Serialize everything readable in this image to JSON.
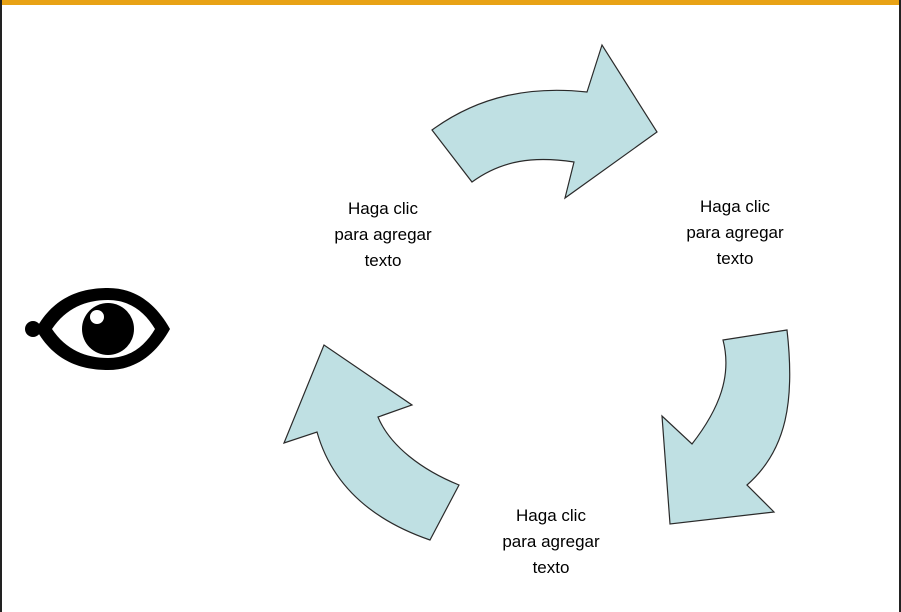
{
  "slide": {
    "accent_color": "#e8a215",
    "arrow_fill": "#bfe0e3",
    "icon": "eye-icon"
  },
  "cycle": {
    "labels": [
      {
        "line1": "Haga clic",
        "line2": "para agregar",
        "line3": "texto"
      },
      {
        "line1": "Haga clic",
        "line2": "para agregar",
        "line3": "texto"
      },
      {
        "line1": "Haga clic",
        "line2": "para agregar",
        "line3": "texto"
      }
    ]
  }
}
